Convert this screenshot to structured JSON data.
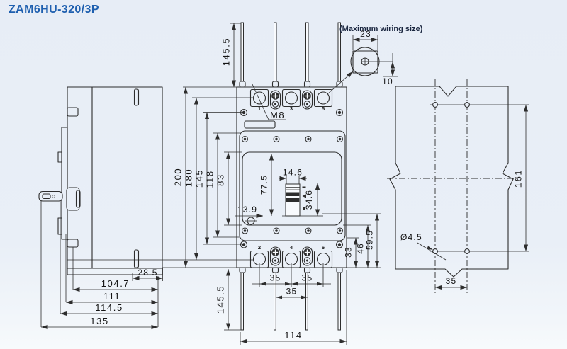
{
  "title": "ZAM6HU-320/3P",
  "colors": {
    "background": "#e9eff7",
    "line": "#2d2d2d",
    "title": "#1e5faf"
  },
  "side_view": {
    "depth_28_5": "28.5",
    "depth_104_7": "104.7",
    "depth_111": "111",
    "depth_114_5": "114.5",
    "depth_135": "135"
  },
  "front_view": {
    "lead_top": "145.5",
    "lead_bottom": "145.5",
    "height_200": "200",
    "height_180": "180",
    "height_145": "145",
    "height_118": "118",
    "height_83": "83",
    "handle_width_14_6": "14.6",
    "panel_height_77_5": "77.5",
    "handle_window_34_6": "34.6",
    "offset_13_9": "13.9",
    "step_33": "33",
    "step_46": "46",
    "step_59_5": "59.5",
    "pole_pitch_left": "35",
    "pole_pitch_right": "35",
    "pitch_bottom": "35",
    "width_114": "114",
    "thread_label": "M8",
    "terminals_top": [
      "1",
      "3",
      "5"
    ],
    "terminals_bottom": [
      "2",
      "4",
      "6"
    ]
  },
  "wiring_detail": {
    "caption": "(Maximum wiring size)",
    "width_23": "23",
    "height_10": "10"
  },
  "mounting_view": {
    "pitch_161": "161",
    "hole_diameter": "Ø4.5",
    "pitch_35": "35"
  }
}
